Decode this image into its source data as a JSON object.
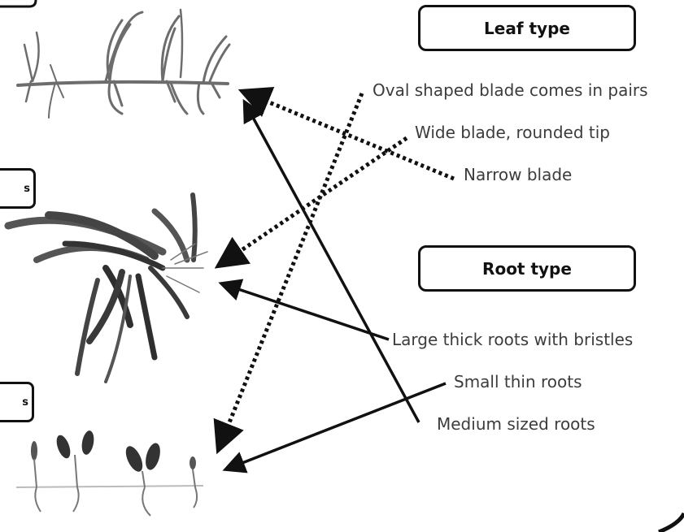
{
  "headers": {
    "leaf_type": "Leaf type",
    "root_type": "Root type"
  },
  "leaf_descriptions": [
    "Oval shaped blade comes in pairs",
    "Wide blade, rounded tip",
    "Narrow blade"
  ],
  "root_descriptions": [
    "Large thick roots with bristles",
    "Small thin roots",
    "Medium sized roots"
  ],
  "side_tags": [
    "s",
    "s"
  ],
  "connections": [
    {
      "description": "Narrow blade",
      "style": "dotted",
      "target": "plant-1"
    },
    {
      "description": "Wide blade, rounded tip",
      "style": "dotted",
      "target": "plant-2"
    },
    {
      "description": "Oval shaped blade comes in pairs",
      "style": "dotted",
      "target": "plant-3"
    },
    {
      "description": "Medium sized roots",
      "style": "solid",
      "target": "plant-1"
    },
    {
      "description": "Large thick roots with bristles",
      "style": "solid",
      "target": "plant-2"
    },
    {
      "description": "Small thin roots",
      "style": "solid",
      "target": "plant-3"
    }
  ]
}
